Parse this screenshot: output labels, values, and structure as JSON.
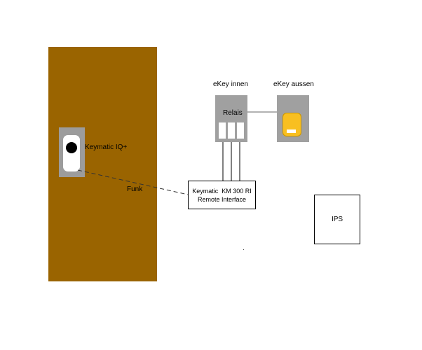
{
  "door": {
    "device_label": "Keymatic IQ+",
    "link_label": "Funk"
  },
  "relais": {
    "title": "eKey innen",
    "box_label": "Relais"
  },
  "ekey_outside": {
    "title": "eKey aussen"
  },
  "interface": {
    "line1": "Keymatic  KM 300 RI",
    "line2": "Remote Interface"
  },
  "ips": {
    "label": "IPS"
  },
  "colors": {
    "door": "#9a6400",
    "device_gray": "#a0a0a0",
    "keypad": "#f8bf20"
  }
}
